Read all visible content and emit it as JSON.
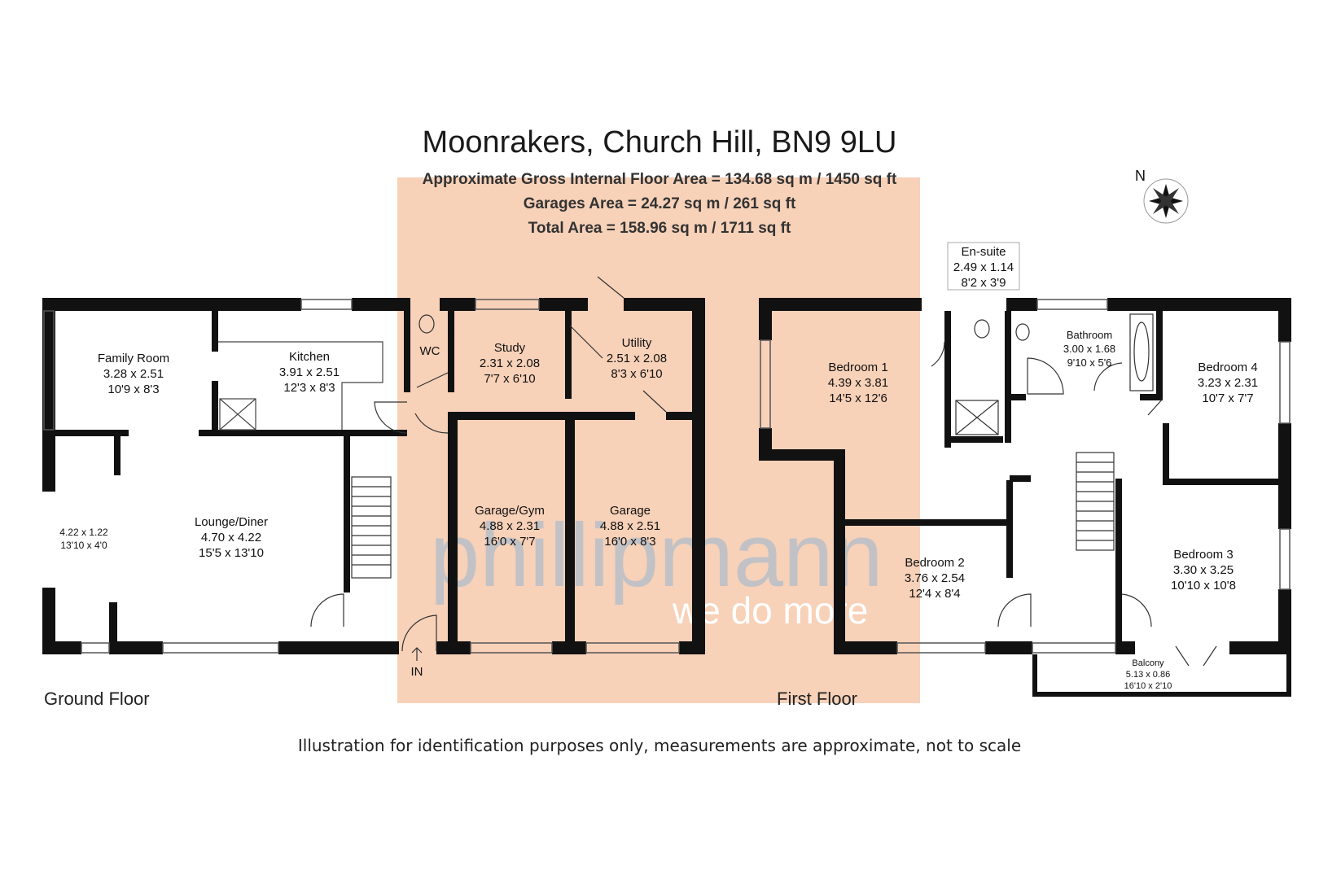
{
  "header": {
    "title": "Moonrakers, Church Hill, BN9 9LU",
    "gross_internal": "Approximate Gross Internal Floor Area = 134.68 sq m / 1450 sq ft",
    "garages_area": "Garages Area = 24.27 sq m / 261 sq ft",
    "total_area": "Total Area = 158.96 sq m / 1711 sq ft"
  },
  "compass": {
    "north_label": "N"
  },
  "floors": {
    "ground": "Ground Floor",
    "first": "First Floor"
  },
  "entrance_label": "IN",
  "rooms": {
    "family_room": {
      "name": "Family Room",
      "metric": "3.28 x 2.51",
      "imperial": "10'9 x 8'3"
    },
    "kitchen": {
      "name": "Kitchen",
      "metric": "3.91 x 2.51",
      "imperial": "12'3 x 8'3"
    },
    "wc": {
      "name": "WC"
    },
    "study": {
      "name": "Study",
      "metric": "2.31 x 2.08",
      "imperial": "7'7 x 6'10"
    },
    "utility": {
      "name": "Utility",
      "metric": "2.51 x 2.08",
      "imperial": "8'3 x 6'10"
    },
    "conservatory": {
      "metric": "4.22 x 1.22",
      "imperial": "13'10 x 4'0"
    },
    "lounge": {
      "name": "Lounge/Diner",
      "metric": "4.70 x 4.22",
      "imperial": "15'5 x 13'10"
    },
    "garage_gym": {
      "name": "Garage/Gym",
      "metric": "4.88 x 2.31",
      "imperial": "16'0 x 7'7"
    },
    "garage": {
      "name": "Garage",
      "metric": "4.88 x 2.51",
      "imperial": "16'0 x 8'3"
    },
    "bedroom1": {
      "name": "Bedroom 1",
      "metric": "4.39 x 3.81",
      "imperial": "14'5 x 12'6"
    },
    "ensuite": {
      "name": "En-suite",
      "metric": "2.49 x 1.14",
      "imperial": "8'2 x 3'9"
    },
    "bathroom": {
      "name": "Bathroom",
      "metric": "3.00 x 1.68",
      "imperial": "9'10 x 5'6"
    },
    "bedroom4": {
      "name": "Bedroom 4",
      "metric": "3.23 x 2.31",
      "imperial": "10'7 x 7'7"
    },
    "bedroom2": {
      "name": "Bedroom 2",
      "metric": "3.76 x 2.54",
      "imperial": "12'4 x 8'4"
    },
    "bedroom3": {
      "name": "Bedroom 3",
      "metric": "3.30 x 3.25",
      "imperial": "10'10 x 10'8"
    },
    "balcony": {
      "name": "Balcony",
      "metric": "5.13 x 0.86",
      "imperial": "16'10 x 2'10"
    }
  },
  "watermark": {
    "brand": "phillipmann",
    "tagline": "we do more"
  },
  "disclaimer": "Illustration for identification purposes only, measurements are approximate, not to scale",
  "colors": {
    "wall": "#111111",
    "overlay": "#f7d1b8",
    "watermark": "#b9c0c8",
    "watermark_tag": "#ffffff"
  }
}
